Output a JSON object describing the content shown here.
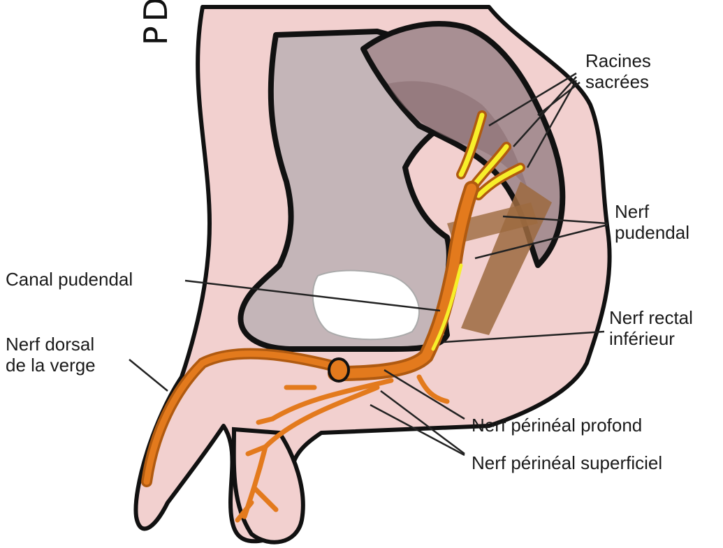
{
  "diagram": {
    "signature": "PDM",
    "labels": {
      "racines_sacrees": [
        "Racines",
        "sacrées"
      ],
      "nerf_pudendal": [
        "Nerf",
        "pudendal"
      ],
      "canal_pudendal": "Canal pudendal",
      "nerf_rectal_inferieur": [
        "Nerf rectal",
        "inférieur"
      ],
      "nerf_dorsal_verge": [
        "Nerf dorsal",
        "de la verge"
      ],
      "nerf_perineal_profond": "Nerf périnéal profond",
      "nerf_perineal_superficiel": "Nerf périnéal superficiel"
    },
    "colors": {
      "skin": "#f2d0cf",
      "bone": "#c4b5b8",
      "sacrum_shade": "#a88f93",
      "muscle": "#9c6a3f",
      "nerve": "#e37a1d",
      "nerve_highlight": "#f7ef2a",
      "outline": "#111111"
    }
  }
}
